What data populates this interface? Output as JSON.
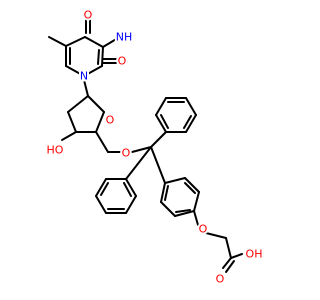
{
  "molecule": {
    "atoms": [
      {
        "id": "o_top",
        "label": "O",
        "color": "#ff0000"
      },
      {
        "id": "n3",
        "label": "NH",
        "color": "#0000ff"
      },
      {
        "id": "o2",
        "label": "O",
        "color": "#ff0000"
      },
      {
        "id": "n1",
        "label": "N",
        "color": "#0000ff"
      },
      {
        "id": "o_ring",
        "label": "O",
        "color": "#ff0000"
      },
      {
        "id": "ho",
        "label": "HO",
        "color": "#ff0000"
      },
      {
        "id": "o_ether",
        "label": "O",
        "color": "#ff0000"
      },
      {
        "id": "o_phenoxy",
        "label": "O",
        "color": "#ff0000"
      },
      {
        "id": "o_carbonyl",
        "label": "O",
        "color": "#ff0000"
      },
      {
        "id": "oh",
        "label": "OH",
        "color": "#ff0000"
      }
    ]
  }
}
